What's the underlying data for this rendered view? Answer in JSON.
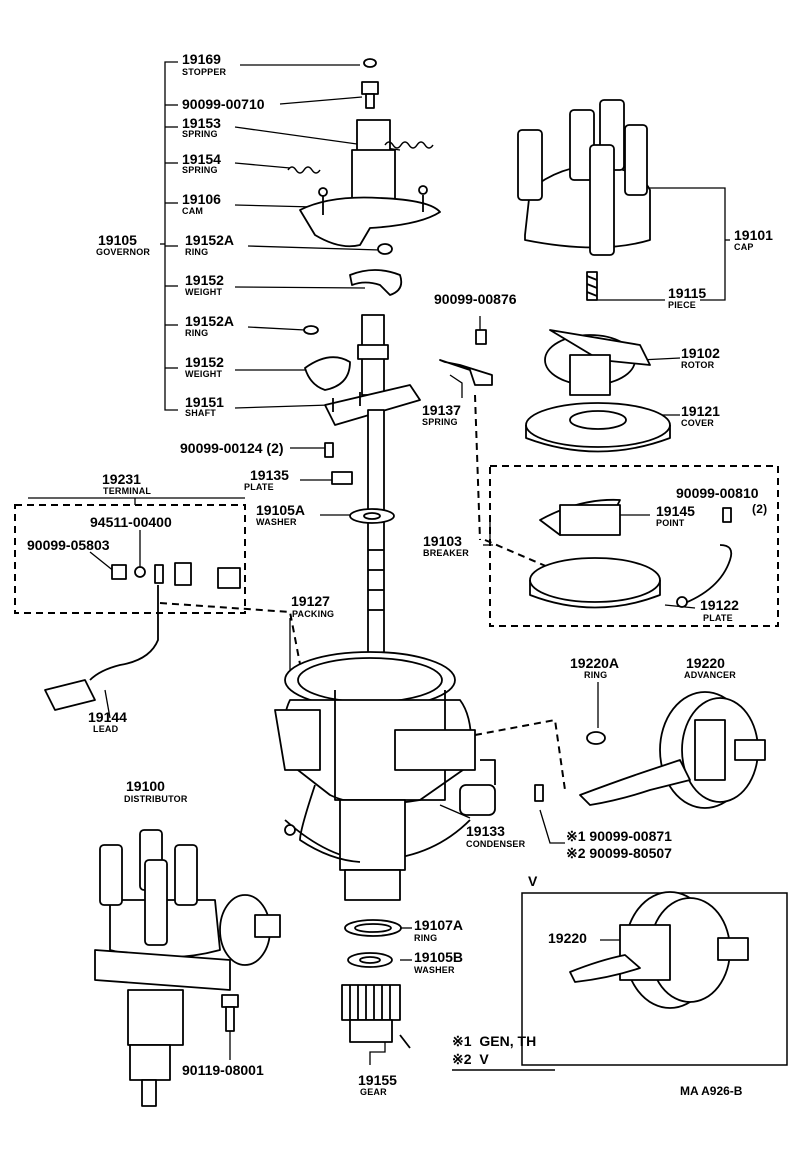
{
  "parts": [
    {
      "id": "p19169",
      "number": "19169",
      "name": "STOPPER"
    },
    {
      "id": "p9009900710",
      "number": "90099-00710",
      "name": ""
    },
    {
      "id": "p19153",
      "number": "19153",
      "name": "SPRING"
    },
    {
      "id": "p19154",
      "number": "19154",
      "name": "SPRING"
    },
    {
      "id": "p19106",
      "number": "19106",
      "name": "CAM"
    },
    {
      "id": "p19105",
      "number": "19105",
      "name": "GOVERNOR"
    },
    {
      "id": "p19152A_1",
      "number": "19152A",
      "name": "RING"
    },
    {
      "id": "p19152_1",
      "number": "19152",
      "name": "WEIGHT"
    },
    {
      "id": "p19152A_2",
      "number": "19152A",
      "name": "RING"
    },
    {
      "id": "p19152_2",
      "number": "19152",
      "name": "WEIGHT"
    },
    {
      "id": "p19151",
      "number": "19151",
      "name": "SHAFT"
    },
    {
      "id": "p9009900124",
      "number": "90099-00124 (2)",
      "name": ""
    },
    {
      "id": "p19135",
      "number": "19135",
      "name": "PLATE"
    },
    {
      "id": "p19105A",
      "number": "19105A",
      "name": "WASHER"
    },
    {
      "id": "p19231",
      "number": "19231",
      "name": "TERMINAL"
    },
    {
      "id": "p9451100400",
      "number": "94511-00400",
      "name": ""
    },
    {
      "id": "p9009905803",
      "number": "90099-05803",
      "name": ""
    },
    {
      "id": "p19127",
      "number": "19127",
      "name": "PACKING"
    },
    {
      "id": "p19144",
      "number": "19144",
      "name": "LEAD"
    },
    {
      "id": "p19101",
      "number": "19101",
      "name": "CAP"
    },
    {
      "id": "p19115",
      "number": "19115",
      "name": "PIECE"
    },
    {
      "id": "p9009900876",
      "number": "90099-00876",
      "name": ""
    },
    {
      "id": "p19102",
      "number": "19102",
      "name": "ROTOR"
    },
    {
      "id": "p19137",
      "number": "19137",
      "name": "SPRING"
    },
    {
      "id": "p19121",
      "number": "19121",
      "name": "COVER"
    },
    {
      "id": "p9009900810",
      "number": "90099-00810",
      "name": "(2)"
    },
    {
      "id": "p19145",
      "number": "19145",
      "name": "POINT"
    },
    {
      "id": "p19103",
      "number": "19103",
      "name": "BREAKER"
    },
    {
      "id": "p19122",
      "number": "19122",
      "name": "PLATE"
    },
    {
      "id": "p19220A",
      "number": "19220A",
      "name": "RING"
    },
    {
      "id": "p19220",
      "number": "19220",
      "name": "ADVANCER"
    },
    {
      "id": "p19133",
      "number": "19133",
      "name": "CONDENSER"
    },
    {
      "id": "p9009900871",
      "number": "※1 90099-00871",
      "name": ""
    },
    {
      "id": "p9009980507",
      "number": "※2 90099-80507",
      "name": ""
    },
    {
      "id": "p19100",
      "number": "19100",
      "name": "DISTRIBUTOR"
    },
    {
      "id": "p9011908001",
      "number": "90119-08001",
      "name": ""
    },
    {
      "id": "p19107A",
      "number": "19107A",
      "name": "RING"
    },
    {
      "id": "p19105B",
      "number": "19105B",
      "name": "WASHER"
    },
    {
      "id": "p19155",
      "number": "19155",
      "name": "GEAR"
    },
    {
      "id": "p19220v",
      "number": "19220",
      "name": ""
    }
  ],
  "inset": {
    "title": "V"
  },
  "legend": [
    {
      "mark": "※1",
      "text": "GEN, TH"
    },
    {
      "mark": "※2",
      "text": "V"
    }
  ],
  "footer": {
    "code": "MA A926-B"
  }
}
